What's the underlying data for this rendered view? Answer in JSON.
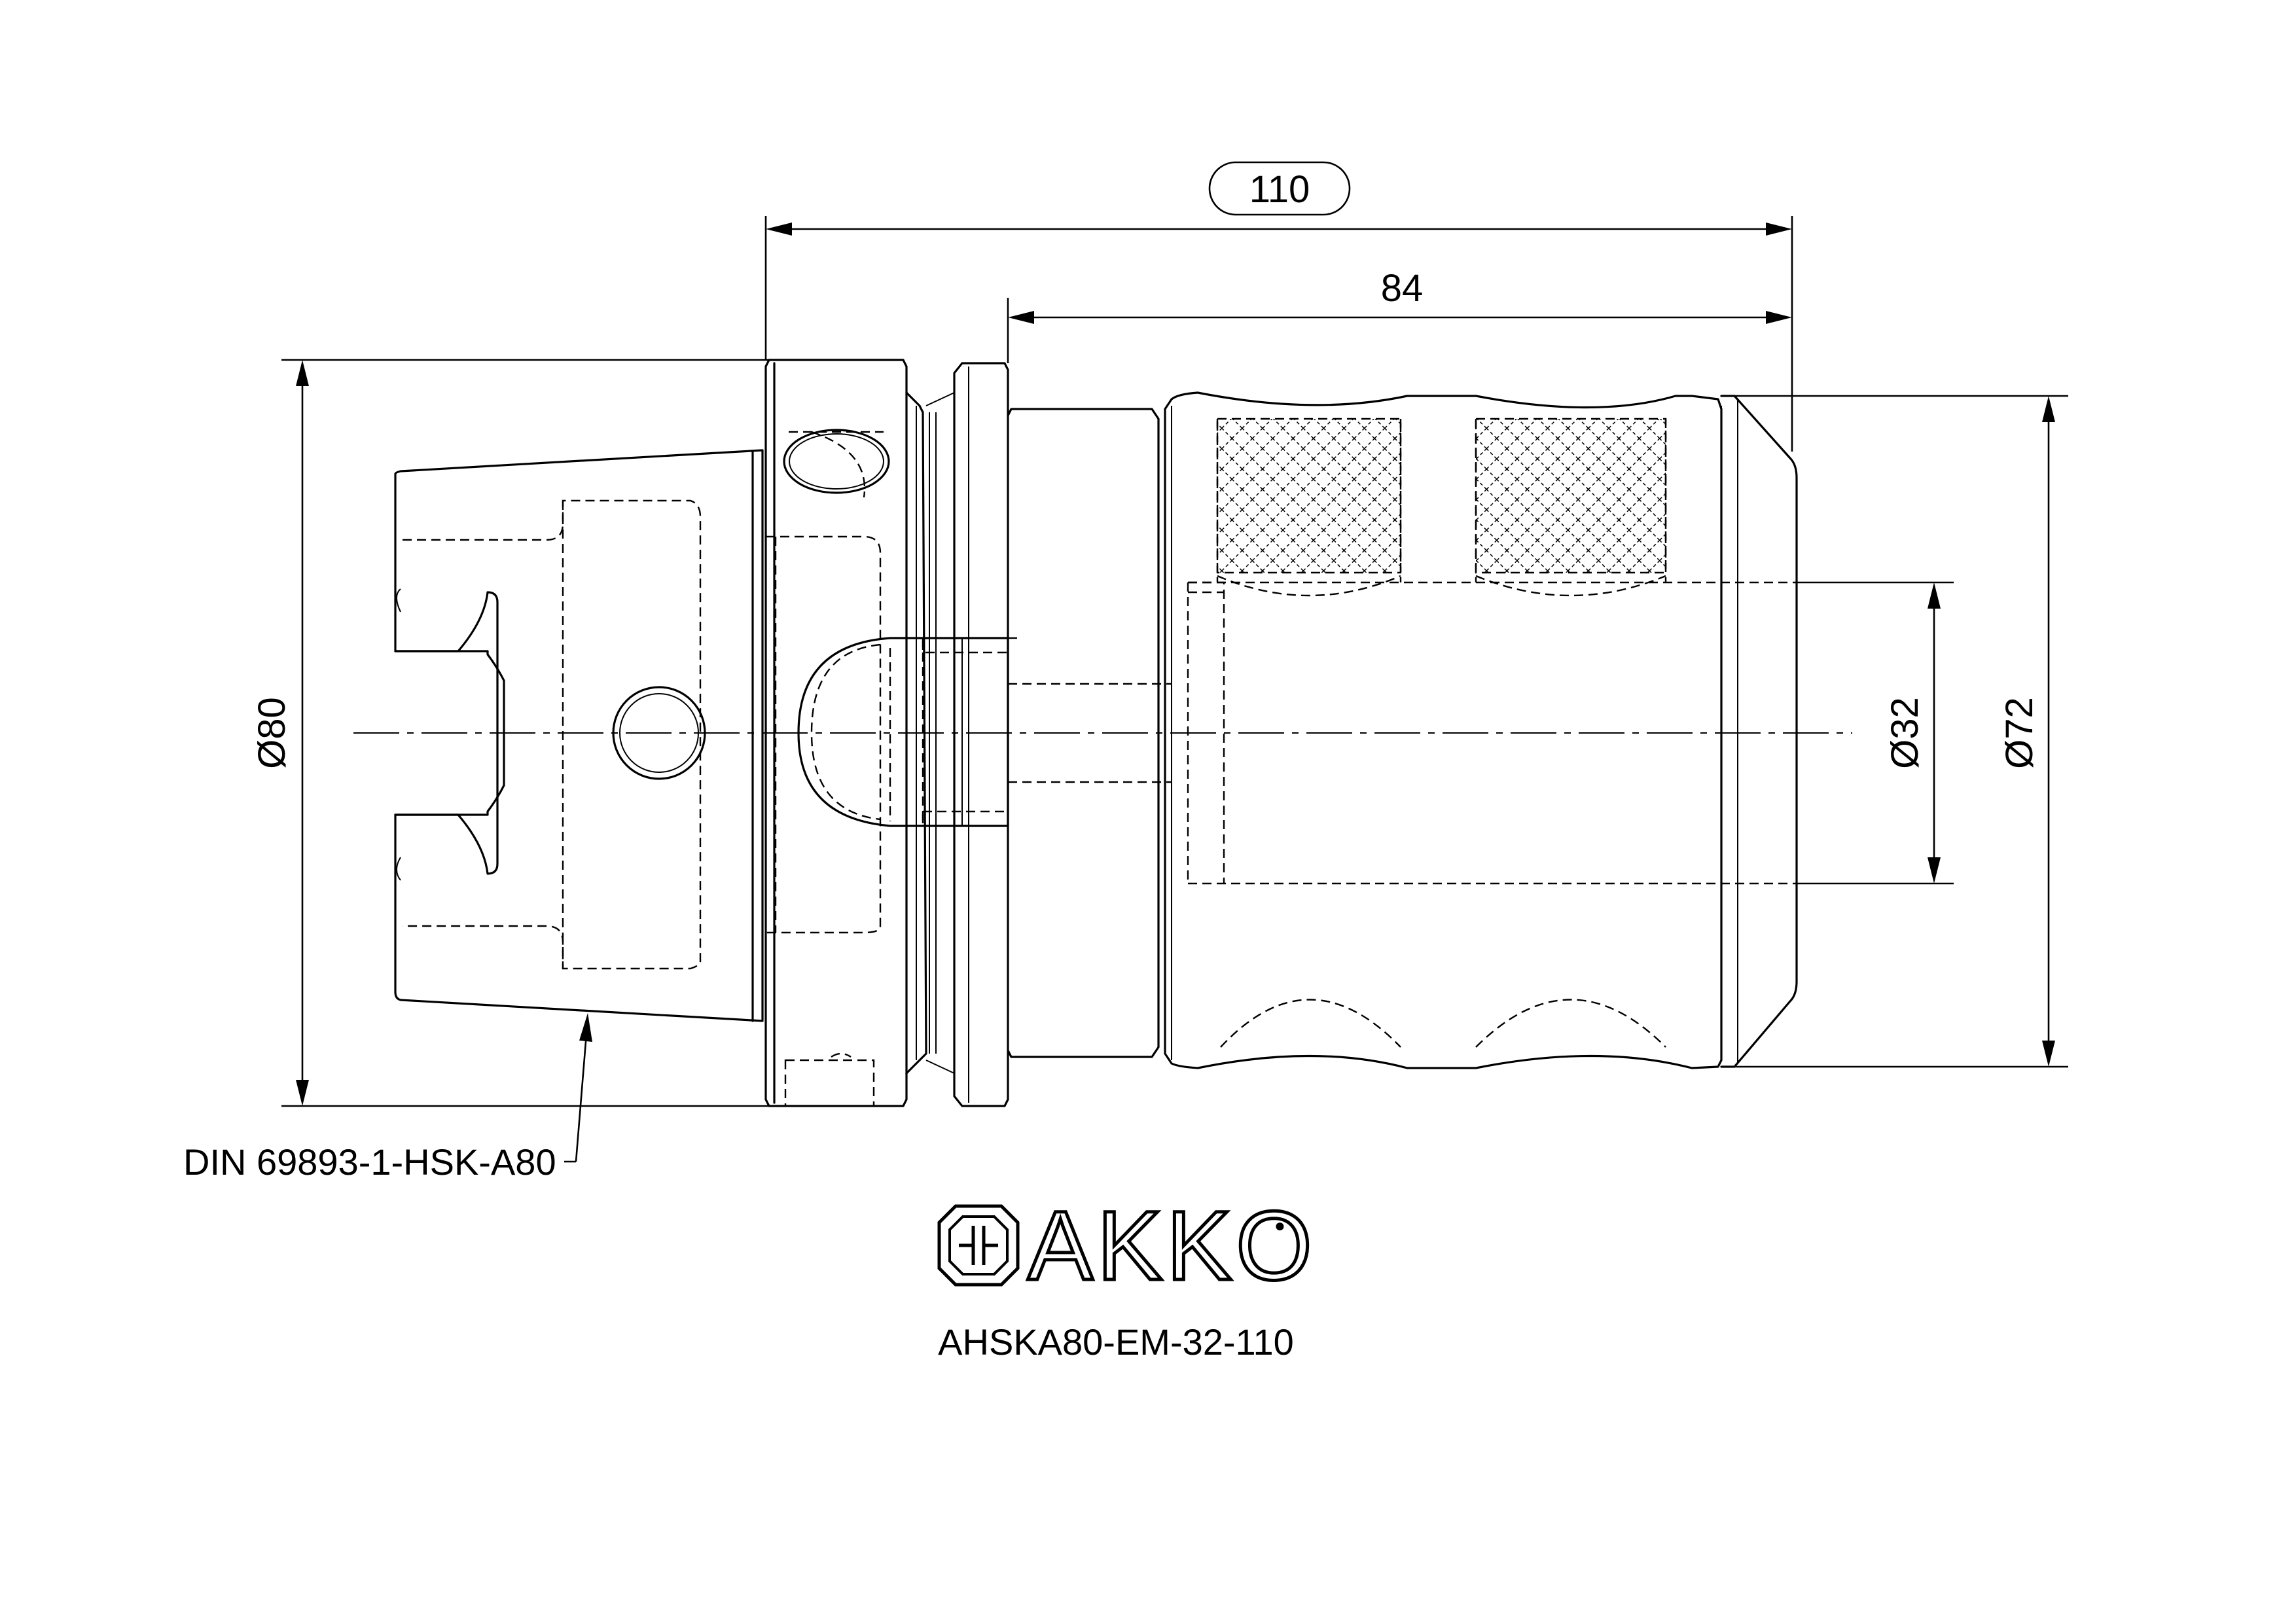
{
  "dimensions": {
    "overall_length": "110",
    "body_length": "84",
    "shank_diameter": "Ø80",
    "bore_diameter": "Ø32",
    "body_diameter": "Ø72"
  },
  "callout": {
    "standard": "DIN 69893-1-HSK-A80"
  },
  "brand": {
    "name": "AKKO",
    "registered_mark": "●"
  },
  "part_number": "AHSKA80-EM-32-110"
}
